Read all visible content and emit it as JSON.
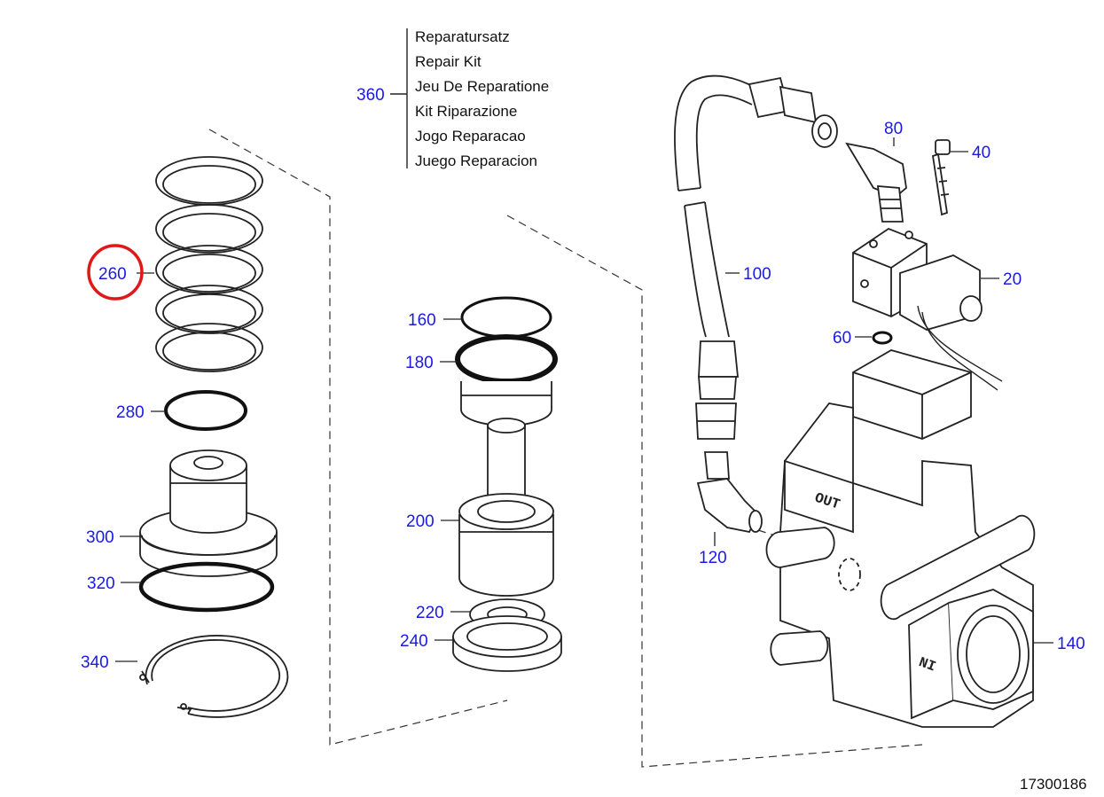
{
  "colors": {
    "callout": "#1a1ae6",
    "line": "#222222",
    "highlight": "#e01818",
    "background": "#ffffff"
  },
  "kit": {
    "number": "360",
    "names": [
      "Reparatursatz",
      "Repair Kit",
      "Jeu De Reparatione",
      "Kit Riparazione",
      "Jogo Reparacao",
      "Juego Reparacion"
    ]
  },
  "callouts": {
    "p260": "260",
    "p280": "280",
    "p300": "300",
    "p320": "320",
    "p340": "340",
    "p160": "160",
    "p180": "180",
    "p200": "200",
    "p220": "220",
    "p240": "240",
    "p80": "80",
    "p40": "40",
    "p100": "100",
    "p20": "20",
    "p60": "60",
    "p120": "120",
    "p140": "140"
  },
  "body_markings": {
    "out": "OUT",
    "in": "IN"
  },
  "highlighted_callout": "260",
  "document_number": "17300186"
}
